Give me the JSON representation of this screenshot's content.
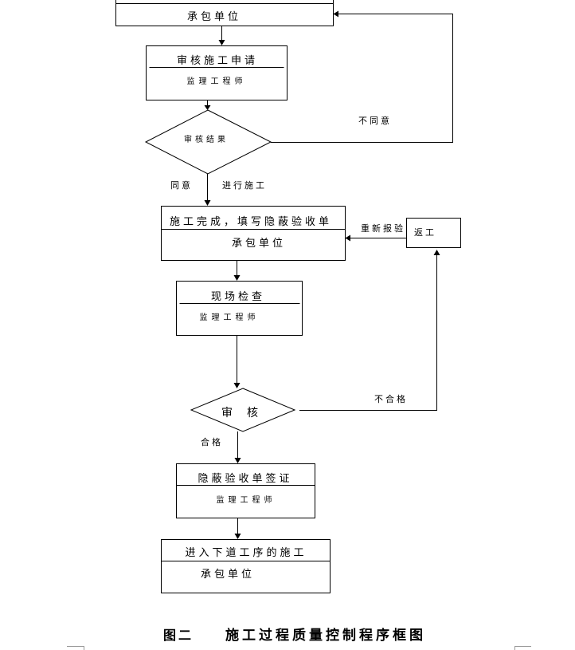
{
  "diagram": {
    "top_box": {
      "role": "承包单位"
    },
    "review_application": {
      "title": "审核施工申请",
      "role": "监理工程师"
    },
    "decision_review_result": {
      "label": "审核结果"
    },
    "construction_complete": {
      "title": "施工完成，填写隐蔽验收单",
      "role": "承包单位"
    },
    "rework": {
      "label": "返工"
    },
    "site_inspection": {
      "title": "现场检查",
      "role": "监理工程师"
    },
    "decision_review": {
      "label": "审　核"
    },
    "acceptance_sign": {
      "title": "隐蔽验收单签证",
      "role": "监理工程师"
    },
    "next_process": {
      "title": "进入下道工序的施工",
      "role": "承包单位"
    },
    "edge_labels": {
      "disagree": "不同意",
      "agree": "同意",
      "proceed": "进行施工",
      "resubmit": "重新报验",
      "unqualified": "不合格",
      "qualified": "合格"
    }
  },
  "caption": {
    "figure_no": "图二",
    "title": "施工过程质量控制程序框图"
  }
}
